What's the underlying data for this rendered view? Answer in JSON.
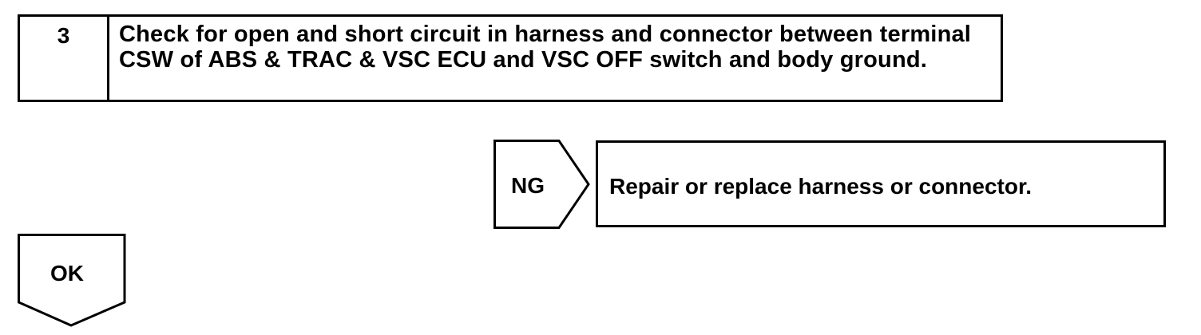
{
  "step": {
    "number": "3",
    "description_line1": "Check for open and short circuit in harness and connector between terminal",
    "description_line2": "CSW of ABS & TRAC & VSC ECU and VSC OFF switch and body ground."
  },
  "ng_branch": {
    "label": "NG",
    "action": "Repair or replace harness or connector."
  },
  "ok_branch": {
    "label": "OK"
  }
}
